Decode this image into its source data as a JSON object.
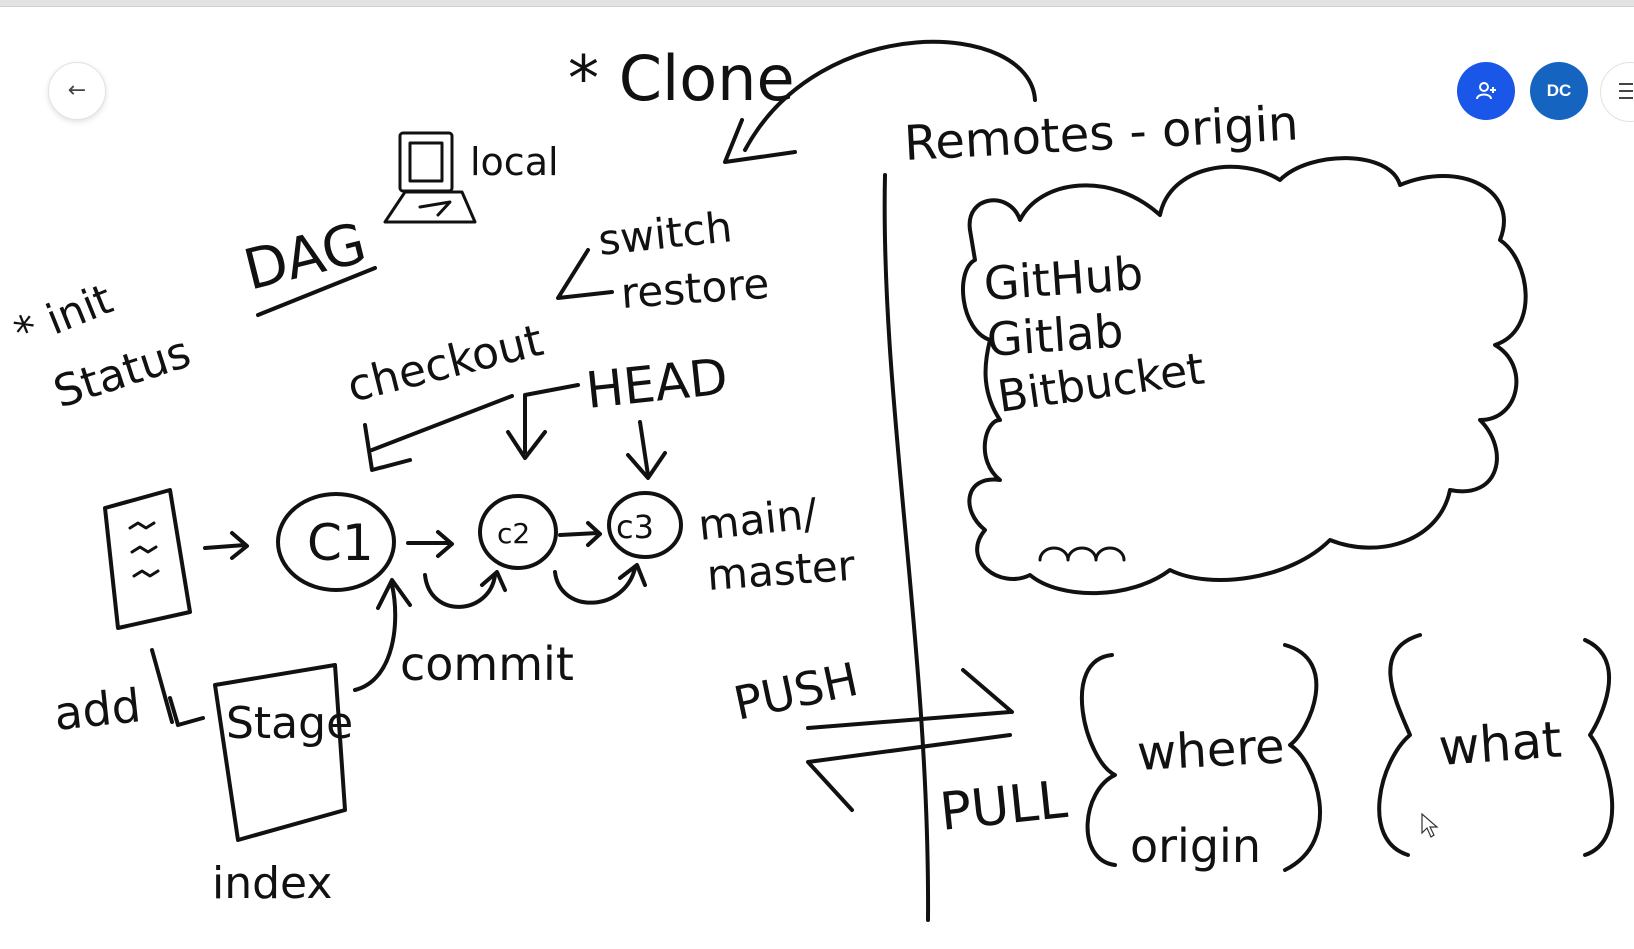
{
  "toolbar": {
    "back_icon": "arrow-left-icon",
    "share_icon": "add-person-icon",
    "avatar_initials": "DC",
    "menu_icon": "hamburger-menu-icon",
    "share_color": "#1a56e8",
    "avatar_color": "#1565c0"
  },
  "whiteboard": {
    "clone": "* Clone",
    "local": "local",
    "remotes": "Remotes - origin",
    "hosts": [
      "GitHub",
      "Gitlab",
      "Bitbucket"
    ],
    "dag": "DAG",
    "init": "* init",
    "status": "Status",
    "switch": "switch",
    "restore": "restore",
    "checkout": "checkout",
    "head": "HEAD",
    "commits": [
      "C1",
      "c2",
      "c3"
    ],
    "main": "main/",
    "master": "master",
    "commit": "commit",
    "add": "add",
    "stage": "Stage",
    "index": "index",
    "push": "PUSH",
    "pull": "PULL",
    "where": "where",
    "origin": "origin",
    "what": "what"
  }
}
